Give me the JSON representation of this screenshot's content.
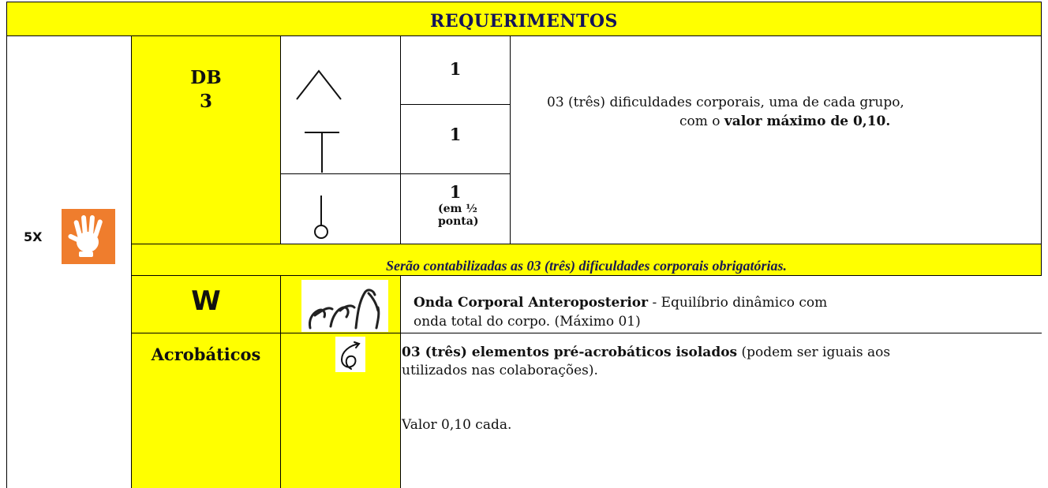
{
  "title": "REQUERIMENTOS",
  "mascot": {
    "label": "5X",
    "icon": "orange-hand-icon"
  },
  "db": {
    "label": "DB",
    "count": "3",
    "items": [
      {
        "symbol": "jump-symbol-icon",
        "count": "1",
        "note": ""
      },
      {
        "symbol": "balance-symbol-icon",
        "count": "1",
        "note": ""
      },
      {
        "symbol": "rotation-symbol-icon",
        "count": "1",
        "note_line1": "(em ½",
        "note_line2": "ponta)"
      }
    ],
    "description_line1": "03 (três) dificuldades corporais, uma de cada grupo,",
    "description_prefix": "com o ",
    "description_bold": "valor máximo de 0,10."
  },
  "note_row": "Serão contabilizadas as 03 (três) dificuldades corporais obrigatórias.",
  "wave": {
    "label": "W",
    "icon": "body-wave-figure-icon",
    "title_bold": "Onda Corporal Anteroposterior",
    "title_rest": " - Equilíbrio dinâmico com",
    "line2": "onda total do corpo. (Máximo 01)"
  },
  "acro": {
    "label": "Acrobáticos",
    "icon": "rotation-arrow-icon",
    "text_bold": "03 (três) elementos pré-acrobáticos isolados",
    "text_rest": " (podem ser iguais aos",
    "line2": "utilizados nas colaborações).",
    "value": "Valor 0,10 cada."
  }
}
